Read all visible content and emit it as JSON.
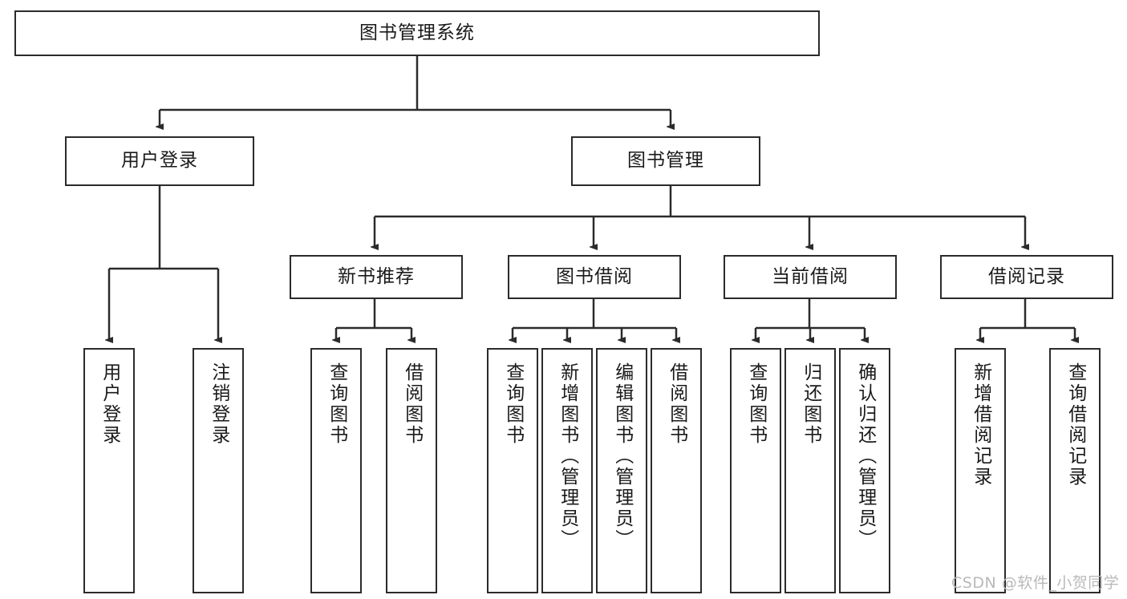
{
  "diagram": {
    "title": "图书管理系统",
    "type": "tree-hierarchy",
    "orientation": "top-down",
    "colors": {
      "node_border": "#2b2b2b",
      "node_fill": "#ffffff",
      "edge": "#2b2b2b",
      "text": "#1a1a1a",
      "watermark": "#b9b9b9",
      "background": "#ffffff"
    },
    "nodes": {
      "root": {
        "label": "图书管理系统"
      },
      "level2": [
        {
          "id": "user-login",
          "label": "用户登录"
        },
        {
          "id": "book-management",
          "label": "图书管理"
        }
      ],
      "level3": [
        {
          "id": "new-book-recommend",
          "label": "新书推荐"
        },
        {
          "id": "book-borrow",
          "label": "图书借阅"
        },
        {
          "id": "current-borrow",
          "label": "当前借阅"
        },
        {
          "id": "borrow-record",
          "label": "借阅记录"
        }
      ],
      "leaves": {
        "user_login": [
          {
            "id": "leaf-user-login",
            "label": "用户登录"
          },
          {
            "id": "leaf-logout",
            "label": "注销登录"
          }
        ],
        "new_book_recommend": [
          {
            "id": "leaf-query-book-1",
            "label": "查询图书"
          },
          {
            "id": "leaf-borrow-book-1",
            "label": "借阅图书"
          }
        ],
        "book_borrow": [
          {
            "id": "leaf-query-book-2",
            "label": "查询图书"
          },
          {
            "id": "leaf-add-book",
            "label": "新增图书（管理员）"
          },
          {
            "id": "leaf-edit-book",
            "label": "编辑图书（管理员）"
          },
          {
            "id": "leaf-borrow-book-2",
            "label": "借阅图书"
          }
        ],
        "current_borrow": [
          {
            "id": "leaf-query-book-3",
            "label": "查询图书"
          },
          {
            "id": "leaf-return-book",
            "label": "归还图书"
          },
          {
            "id": "leaf-confirm-return",
            "label": "确认归还（管理员）"
          }
        ],
        "borrow_record": [
          {
            "id": "leaf-add-record",
            "label": "新增借阅记录"
          },
          {
            "id": "leaf-query-record",
            "label": "查询借阅记录"
          }
        ]
      }
    },
    "watermark": "CSDN @软件_小贺同学"
  }
}
